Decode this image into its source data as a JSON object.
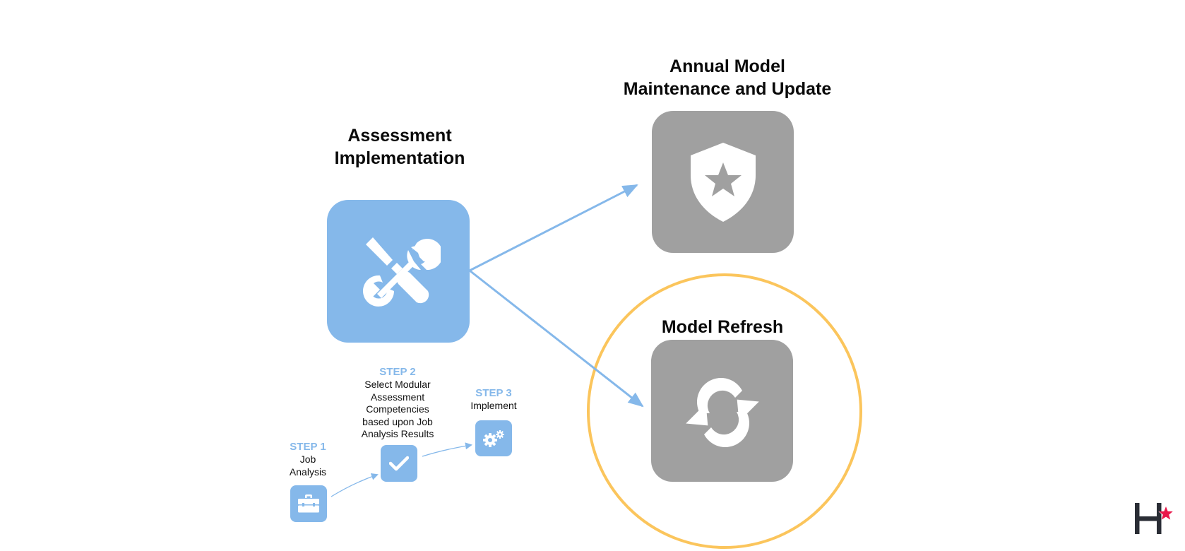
{
  "colors": {
    "accent_blue": "#85b8ea",
    "tile_gray": "#a0a0a0",
    "highlight_ring": "#fbc55c",
    "logo_dark": "#2a2d35",
    "logo_star": "#e8174a"
  },
  "assessment": {
    "title_line1": "Assessment",
    "title_line2": "Implementation",
    "icon": "wrench-screwdriver-icon"
  },
  "annual": {
    "title_line1": "Annual Model",
    "title_line2": "Maintenance and Update",
    "icon": "shield-star-icon"
  },
  "refresh": {
    "title": "Model Refresh",
    "icon": "refresh-icon",
    "highlighted": true
  },
  "steps": [
    {
      "label": "STEP 1",
      "lines": [
        "Job",
        "Analysis"
      ],
      "icon": "briefcase-icon"
    },
    {
      "label": "STEP 2",
      "lines": [
        "Select Modular",
        "Assessment",
        "Competencies",
        "based upon Job",
        "Analysis Results"
      ],
      "icon": "checkmark-icon"
    },
    {
      "label": "STEP 3",
      "lines": [
        "Implement"
      ],
      "icon": "gears-icon"
    }
  ],
  "logo": {
    "letter": "H",
    "icon": "star-icon"
  }
}
